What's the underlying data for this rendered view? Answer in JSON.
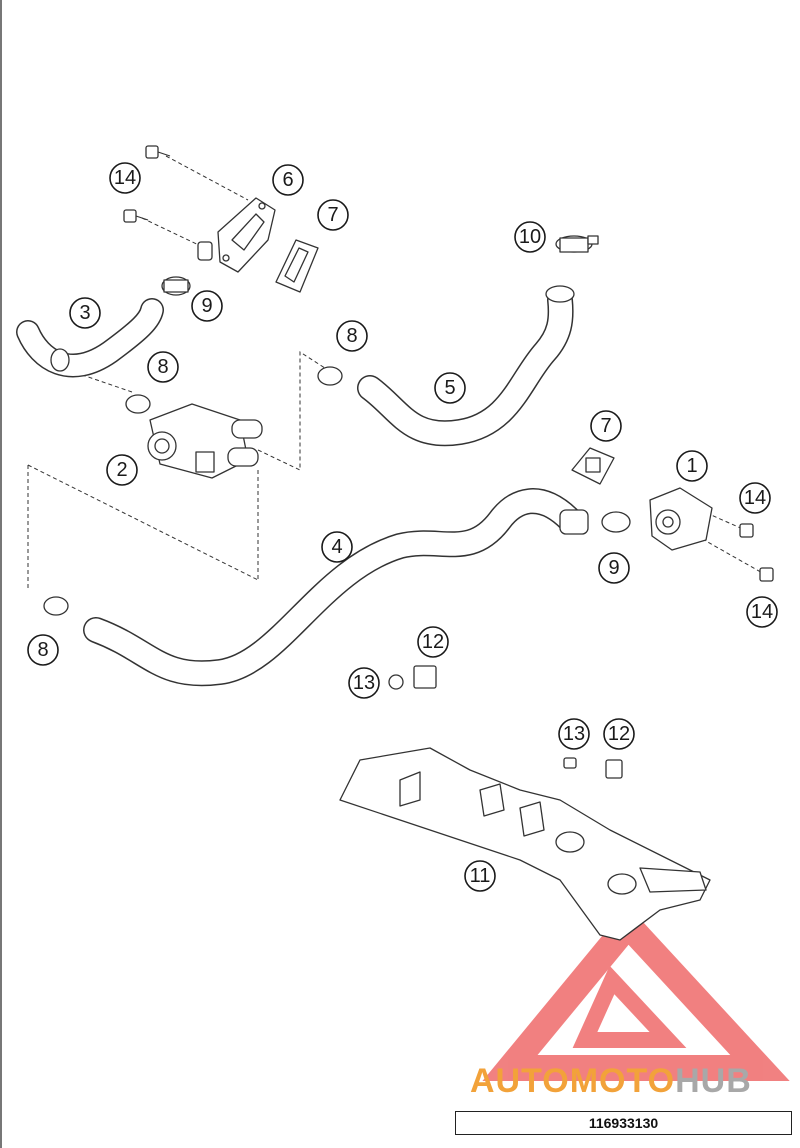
{
  "diagram": {
    "drawing_number": "116933130",
    "callouts": [
      "14",
      "6",
      "7",
      "9",
      "3",
      "8",
      "2",
      "10",
      "8",
      "5",
      "7",
      "1",
      "14",
      "4",
      "9",
      "14",
      "8",
      "12",
      "13",
      "13",
      "12",
      "11"
    ]
  },
  "watermark": {
    "word_auto": "AUTO",
    "word_moto": "MOTO",
    "word_hub": "HUB",
    "colors": {
      "triangle": "#ef6b6b",
      "auto": "#f2a23a",
      "hub": "#a8a8a8"
    }
  }
}
